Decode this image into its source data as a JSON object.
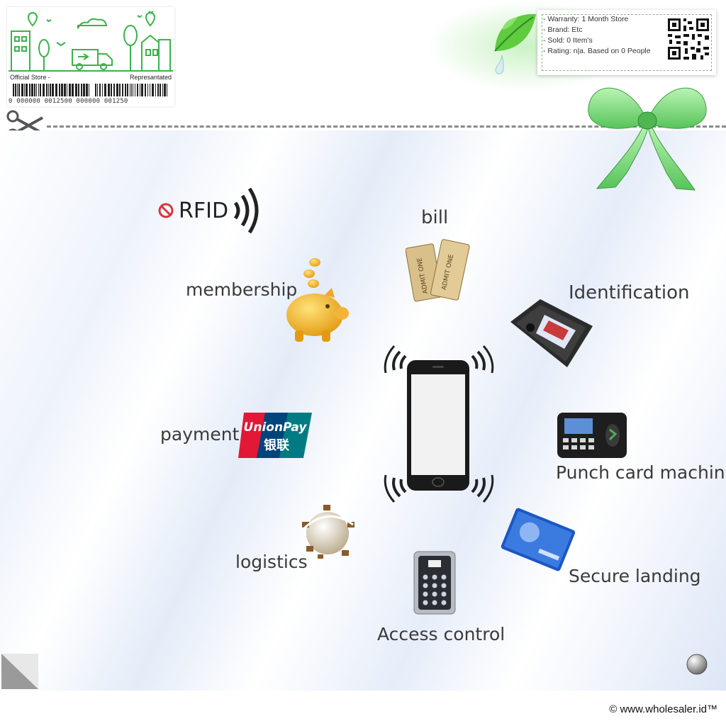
{
  "store_badge": {
    "left_label": "Official Store -",
    "right_label": "Represantated",
    "barcode_numbers": "0 000000 0012500  000000 001250"
  },
  "info_card": {
    "lines": [
      "- Warranty: 1 Month Store",
      "- Brand: Etc",
      "- Sold: 0 Item's",
      "- Rating: n|a. Based on 0 People"
    ]
  },
  "diagram": {
    "rfid_text": "RFID",
    "labels": {
      "bill": "bill",
      "membership": "membership",
      "identification": "Identification",
      "payment": "payment",
      "punch_card": "Punch card machine",
      "logistics": "logistics",
      "secure_landing": "Secure landing",
      "access_control": "Access control"
    },
    "unionpay": {
      "latin": "UnionPay",
      "cjk": "银联"
    },
    "ticket_text": "ADMIT ONE"
  },
  "footer": {
    "copyright": "© www.wholesaler.id™"
  },
  "colors": {
    "brand_green": "#3cb24a",
    "unionpay_red": "#e21836",
    "unionpay_blue": "#00447c",
    "unionpay_teal": "#007b84"
  }
}
